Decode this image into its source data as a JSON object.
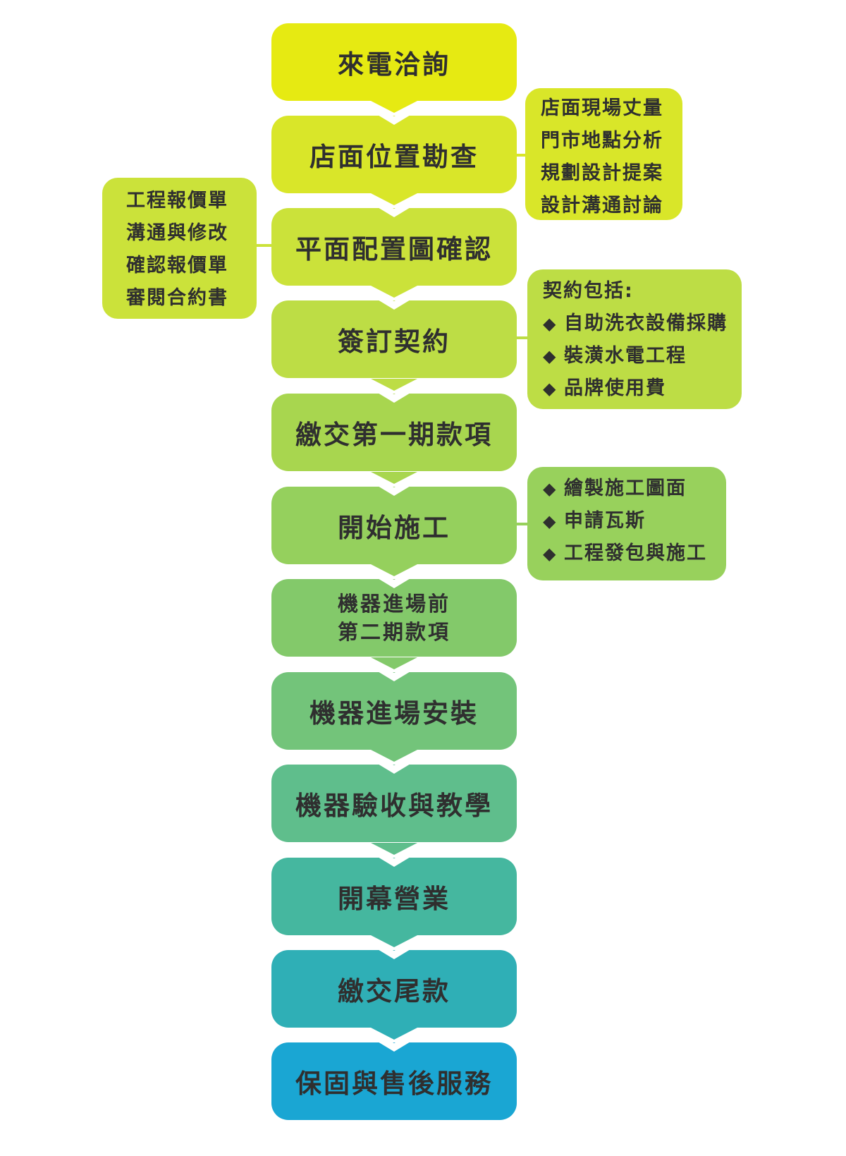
{
  "steps": [
    {
      "label": "來電洽詢",
      "color": "#e6ea12"
    },
    {
      "label": "店面位置勘查",
      "color": "#d9e629"
    },
    {
      "label": "平面配置圖確認",
      "color": "#cbe23a"
    },
    {
      "label": "簽訂契約",
      "color": "#bddd45"
    },
    {
      "label": "繳交第一期款項",
      "color": "#a8d64f"
    },
    {
      "label": "開始施工",
      "color": "#95d05d"
    },
    {
      "label": "機器進場前\n第二期款項",
      "color": "#83c96a"
    },
    {
      "label": "機器進場安裝",
      "color": "#73c47a"
    },
    {
      "label": "機器驗收與教學",
      "color": "#5fbe8c"
    },
    {
      "label": "開幕營業",
      "color": "#45b79f"
    },
    {
      "label": "繳交尾款",
      "color": "#2fafb6"
    },
    {
      "label": "保固與售後服務",
      "color": "#1aa6d3"
    }
  ],
  "notes": {
    "survey": {
      "color": "#d9e629",
      "lines": [
        "店面現場丈量",
        "門市地點分析",
        "規劃設計提案",
        "設計溝通討論"
      ]
    },
    "layout": {
      "color": "#cbe23a",
      "lines": [
        "工程報價單",
        "溝通與修改",
        "確認報價單",
        "審閱合約書"
      ]
    },
    "contract": {
      "color": "#bddd45",
      "heading": "契約包括:",
      "bullet": "◆",
      "items": [
        "自助洗衣設備採購",
        "裝潢水電工程",
        "品牌使用費"
      ]
    },
    "construction": {
      "color": "#98d15c",
      "bullet": "◆",
      "items": [
        "繪製施工圖面",
        "申請瓦斯",
        "工程發包與施工"
      ]
    }
  }
}
